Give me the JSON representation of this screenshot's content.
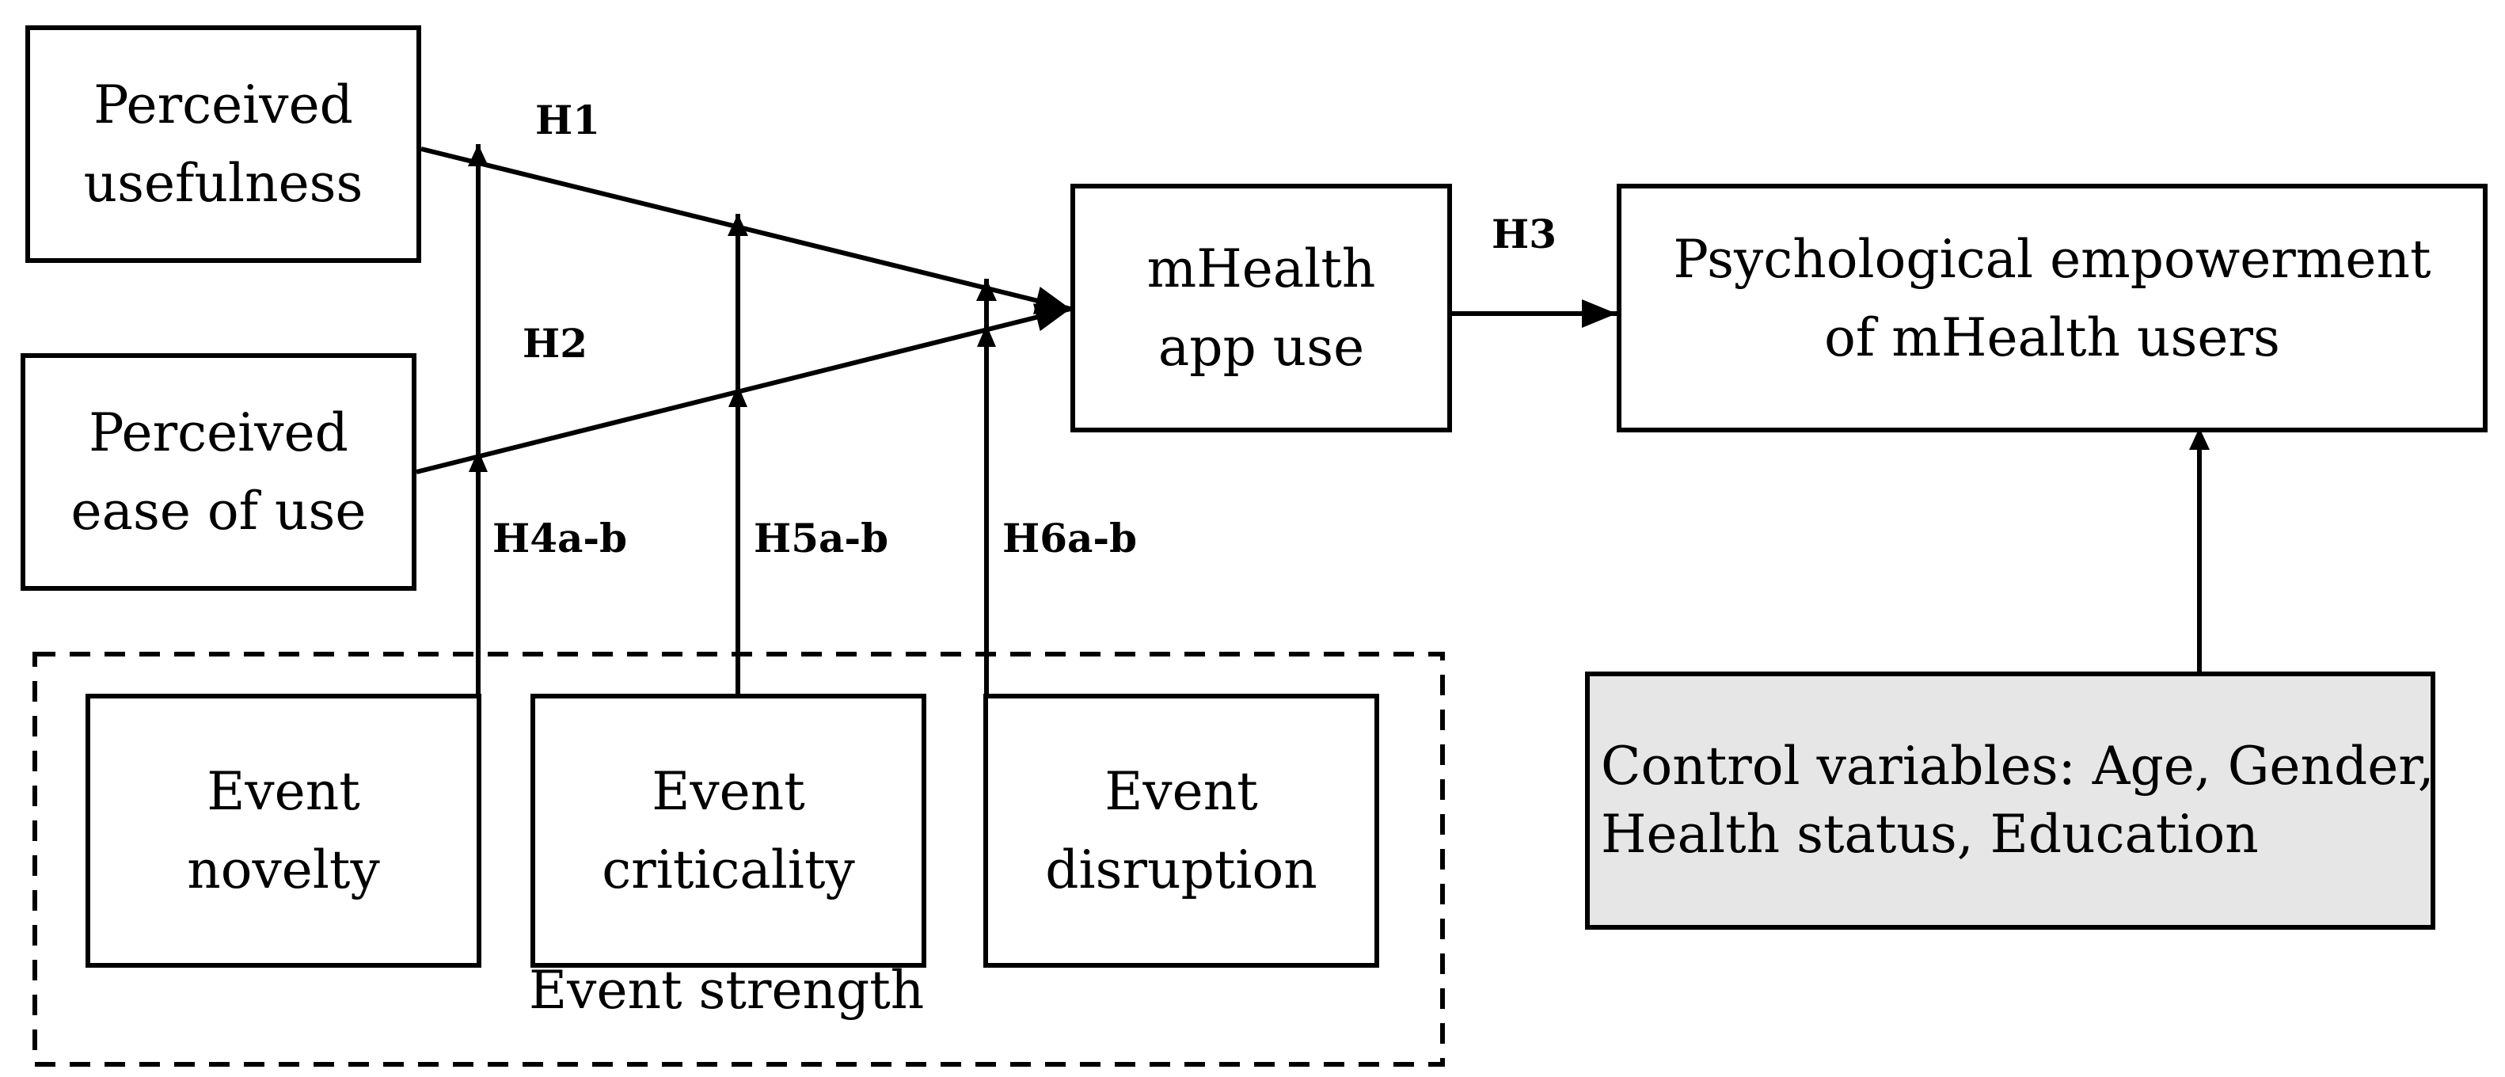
{
  "nodes": {
    "perceived_usefulness": {
      "line1": "Perceived",
      "line2": "usefulness"
    },
    "perceived_ease_of_use": {
      "line1": "Perceived",
      "line2": "ease of use"
    },
    "mhealth_app_use": {
      "line1": "mHealth",
      "line2": "app use"
    },
    "psychological_empowerment": {
      "line1": "Psychological empowerment",
      "line2": "of mHealth users"
    },
    "event_novelty": {
      "line1": "Event",
      "line2": "novelty"
    },
    "event_criticality": {
      "line1": "Event",
      "line2": "criticality"
    },
    "event_disruption": {
      "line1": "Event",
      "line2": "disruption"
    },
    "control_variables": {
      "line1": "Control variables: Age, Gender,",
      "line2": "Health status, Education"
    }
  },
  "group": {
    "label": "Event strength"
  },
  "hypotheses": {
    "h1": "H1",
    "h2": "H2",
    "h3": "H3",
    "h4": "H4a-b",
    "h5": "H5a-b",
    "h6": "H6a-b"
  },
  "colors": {
    "stroke": "#000000",
    "control_fill": "#e6e6e6",
    "background": "#ffffff"
  }
}
